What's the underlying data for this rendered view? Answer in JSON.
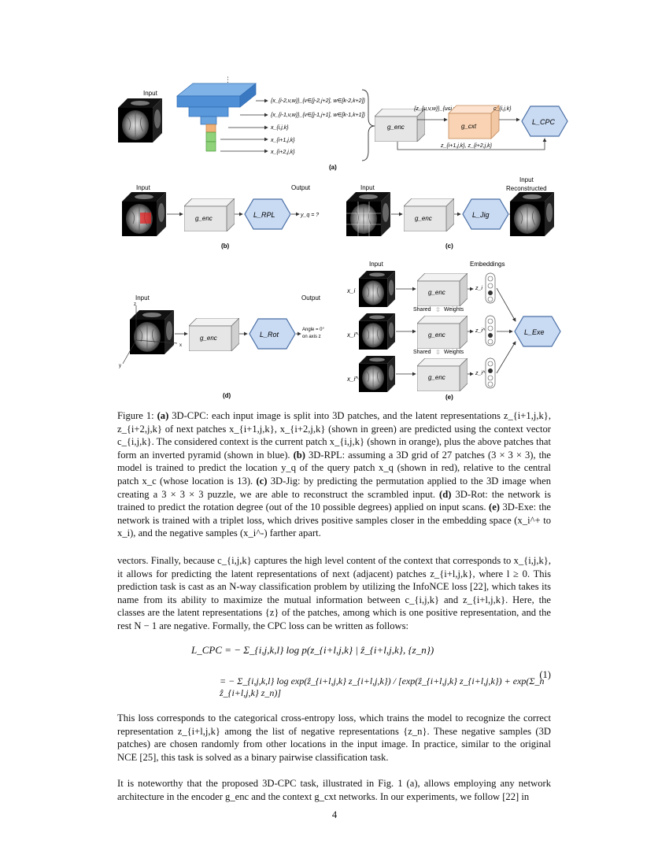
{
  "figure": {
    "a": {
      "sub_label": "(a)",
      "input_label": "Input",
      "patch_labels": [
        "{x_{i-2,v,w}}_{v∈[j-2,j+2], w∈[k-2,k+2]}",
        "{x_{i-1,v,w}}_{v∈[j-1,j+1], w∈[k-1,k+1]}",
        "x_{i,j,k}",
        "x_{i+1,j,k}",
        "x_{i+2,j,k}"
      ],
      "z_label": "{z_{u,v,w}}_{u≤i,v,w}",
      "c_label": "c_{i,j,k}",
      "zhat_label": "z_{i+1,j,k}, z_{i+2,j,k}",
      "g_enc": "g_enc",
      "g_cxt": "g_cxt",
      "loss": "L_CPC"
    },
    "b": {
      "sub_label": "(b)",
      "input_label": "Input",
      "output_label": "Output",
      "g_enc": "g_enc",
      "loss": "L_RPL",
      "output_value": "y_q = ?"
    },
    "c": {
      "sub_label": "(c)",
      "input_label": "Input",
      "output_label_1": "Input",
      "output_label_2": "Reconstructed",
      "g_enc": "g_enc",
      "loss": "L_Jig"
    },
    "d": {
      "sub_label": "(d)",
      "input_label": "Input",
      "output_label": "Output",
      "g_enc": "g_enc",
      "loss": "L_Rot",
      "output_line1": "Angle = 0°",
      "output_line2": "on axis z",
      "axis_x": "x",
      "axis_y": "y",
      "axis_z": "z"
    },
    "e": {
      "sub_label": "(e)",
      "input_label": "Input",
      "embeddings_label": "Embeddings",
      "shared": "Shared",
      "weights": "Weights",
      "g_enc": "g_enc",
      "loss": "L_Exe",
      "x_labels": [
        "x_i",
        "x_i^+",
        "x_i^-"
      ],
      "z_labels": [
        "z_i",
        "z_i^+",
        "z_i^-"
      ]
    }
  },
  "caption": {
    "lead": "Figure 1:",
    "a_tag": "(a)",
    "a_text": " 3D-CPC: each input image is split into 3D patches, and the latent representations z_{i+1,j,k}, z_{i+2,j,k} of next patches x_{i+1,j,k}, x_{i+2,j,k} (shown in green) are predicted using the context vector c_{i,j,k}. The considered context is the current patch x_{i,j,k} (shown in orange), plus the above patches that form an inverted pyramid (shown in blue). ",
    "b_tag": "(b)",
    "b_text": " 3D-RPL: assuming a 3D grid of 27 patches (3 × 3 × 3), the model is trained to predict the location y_q of the query patch x_q (shown in red), relative to the central patch x_c (whose location is 13). ",
    "c_tag": "(c)",
    "c_text": " 3D-Jig: by predicting the permutation applied to the 3D image when creating a 3 × 3 × 3 puzzle, we are able to reconstruct the scrambled input. ",
    "d_tag": "(d)",
    "d_text": " 3D-Rot: the network is trained to predict the rotation degree (out of the 10 possible degrees) applied on input scans. ",
    "e_tag": "(e)",
    "e_text": " 3D-Exe: the network is trained with a triplet loss, which drives positive samples closer in the embedding space (x_i^+ to x_i), and the negative samples (x_i^-) farther apart."
  },
  "body": {
    "p1": "vectors. Finally, because c_{i,j,k} captures the high level content of the context that corresponds to x_{i,j,k}, it allows for predicting the latent representations of next (adjacent) patches z_{i+l,j,k}, where l ≥ 0. This prediction task is cast as an N-way classification problem by utilizing the InfoNCE loss [22], which takes its name from its ability to maximize the mutual information between c_{i,j,k} and z_{i+l,j,k}. Here, the classes are the latent representations {z} of the patches, among which is one positive representation, and the rest N − 1 are negative. Formally, the CPC loss can be written as follows:",
    "eq_line1": "L_CPC = − Σ_{i,j,k,l} log p(z_{i+l,j,k} | ẑ_{i+l,j,k}, {z_n})",
    "eq_line2": "= − Σ_{i,j,k,l} log exp(ẑ_{i+l,j,k} z_{i+l,j,k}) / [exp(ẑ_{i+l,j,k} z_{i+l,j,k}) + exp(Σ_n ẑ_{i+l,j,k} z_n)]",
    "eq_number": "(1)",
    "p2": "This loss corresponds to the categorical cross-entropy loss, which trains the model to recognize the correct representation z_{i+l,j,k} among the list of negative representations {z_n}. These negative samples (3D patches) are chosen randomly from other locations in the input image. In practice, similar to the original NCE [25], this task is solved as a binary pairwise classification task.",
    "p3": "It is noteworthy that the proposed 3D-CPC task, illustrated in Fig. 1 (a), allows employing any network architecture in the encoder g_enc and the context g_cxt networks. In our experiments, we follow [22] in"
  },
  "page_number": "4"
}
